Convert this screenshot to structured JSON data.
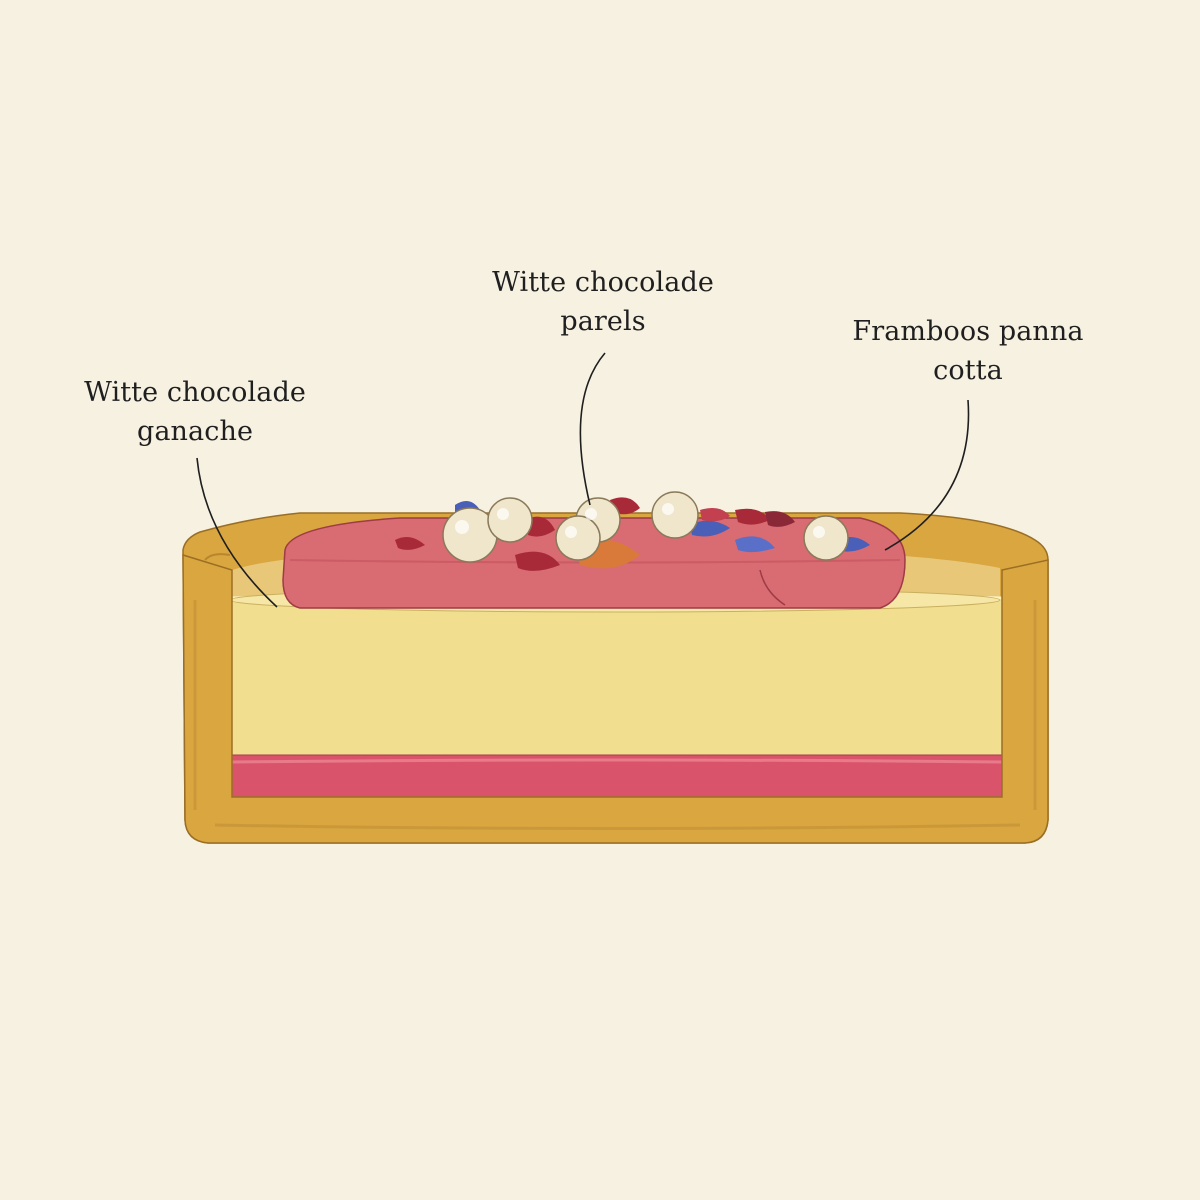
{
  "labels": {
    "ganache": {
      "line1": "Witte chocolade",
      "line2": "ganache"
    },
    "parels": {
      "line1": "Witte chocolade",
      "line2": "parels"
    },
    "panna_cotta": {
      "line1": "Framboos panna",
      "line2": "cotta"
    }
  },
  "colors": {
    "background": "#f7f1e1",
    "crust": "#d9a640",
    "ganache": "#f1df8f",
    "jam_layer": "#d9546b",
    "panna_cotta": "#d96b72",
    "pearls": "#f0e6cc",
    "petals_blue": "#4a5fb8",
    "petals_red": "#a82a38",
    "petals_orange": "#d97a3a",
    "ink": "#1f1f1f"
  },
  "icons": {
    "pearl": "pearl-icon",
    "petal": "petal-icon"
  }
}
